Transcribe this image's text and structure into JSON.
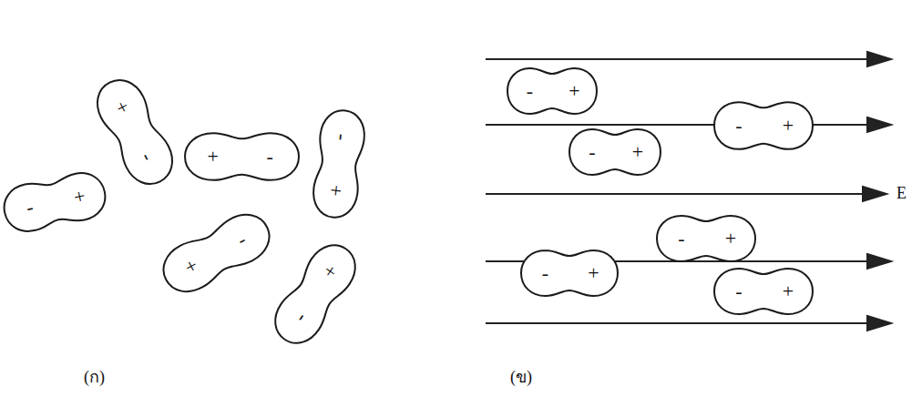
{
  "diagram": {
    "nodes": [
      {
        "text": [
          "-",
          "+"
        ]
      },
      {
        "text": [
          "+",
          "-"
        ]
      },
      {
        "text": [
          "+",
          "-"
        ]
      },
      {
        "text": [
          "-",
          "+"
        ]
      },
      {
        "text": [
          "+",
          "-"
        ]
      },
      {
        "text": [
          "-",
          "+"
        ]
      },
      {
        "text": [
          "-",
          "+"
        ]
      },
      {
        "text": [
          "-",
          "+"
        ]
      },
      {
        "text": [
          "-",
          "+"
        ]
      },
      {
        "text": [
          "-",
          "+"
        ]
      },
      {
        "text": [
          "-",
          "+"
        ]
      },
      {
        "text": [
          "-",
          "+"
        ]
      }
    ],
    "labels": [
      "(ก)",
      "(ข)",
      "E"
    ]
  }
}
